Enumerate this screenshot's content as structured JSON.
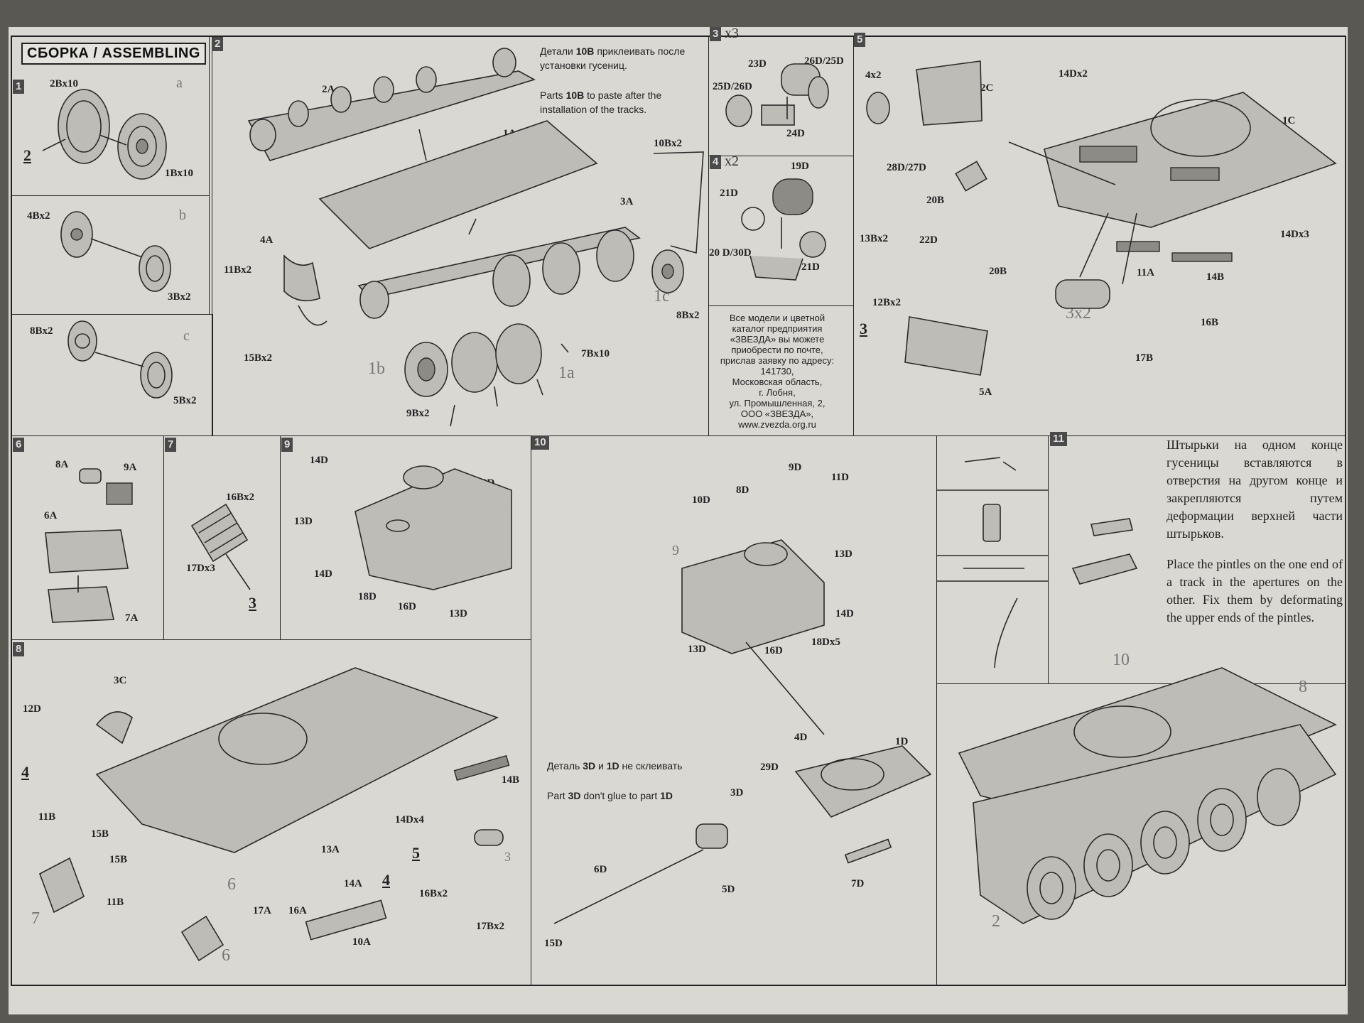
{
  "header": {
    "title": "СБОРКА / ASSEMBLING"
  },
  "steps": {
    "s1": {
      "number": "1",
      "subs": [
        "a",
        "b",
        "c"
      ],
      "labels": [
        "2Bx10",
        "1Bx10",
        "4Bx2",
        "3Bx2",
        "8Bx2",
        "5Bx2"
      ],
      "ref": "2"
    },
    "s2": {
      "number": "2",
      "note_ru_1": "Детали",
      "note_ru_part": "10B",
      "note_ru_2": "приклеивать после установки гусениц.",
      "note_en_1": "Parts",
      "note_en_part": "10B",
      "note_en_2": "to paste after the installation of the tracks.",
      "labels": [
        "2A",
        "1A",
        "3A",
        "10Bx2",
        "4A",
        "11Bx2",
        "15Bx2",
        "7Bx10",
        "8Bx2",
        "9Bx2"
      ],
      "subs": [
        "1b",
        "1a",
        "1c"
      ]
    },
    "s3": {
      "number": "3",
      "mult": "x3",
      "labels": [
        "23D",
        "26D/25D",
        "25D/26D",
        "24D"
      ]
    },
    "s4": {
      "number": "4",
      "mult": "x2",
      "labels": [
        "19D",
        "21D",
        "20 D/30D",
        "21D"
      ]
    },
    "catalog": [
      "Все модели и цветной",
      "каталог предприятия",
      "«ЗВЕЗДА» вы можете",
      "приобрести по почте,",
      "прислав заявку по адресу:",
      "141730,",
      "Московская область,",
      "г. Лобня,",
      "ул. Промышленная, 2,",
      "ООО «ЗВЕЗДА»,",
      "www.zvezda.org.ru"
    ],
    "s5": {
      "number": "5",
      "labels": [
        "4x2",
        "2C",
        "14Dx2",
        "1C",
        "28D/27D",
        "20B",
        "13Bx2",
        "22D",
        "12Bx2",
        "20B",
        "11A",
        "14B",
        "14Dx3",
        "16B",
        "17B",
        "5A"
      ],
      "mult": "3x2",
      "ref": "3"
    },
    "s6": {
      "number": "6",
      "labels": [
        "8A",
        "9A",
        "6A",
        "7A"
      ]
    },
    "s7": {
      "number": "7",
      "labels": [
        "16Bx2",
        "17Dx3"
      ],
      "ref": "3"
    },
    "s9": {
      "number": "9",
      "labels": [
        "14D",
        "2D",
        "13D",
        "14D",
        "18D",
        "16D",
        "13D"
      ]
    },
    "s8": {
      "number": "8",
      "labels": [
        "3C",
        "12D",
        "11B",
        "15B",
        "15B",
        "11B",
        "14Dx4",
        "14B",
        "13A",
        "14A",
        "17A",
        "16A",
        "16Bx2",
        "17Bx2",
        "10A",
        "3"
      ],
      "refs": [
        "4",
        "5",
        "4",
        "6",
        "7",
        "6"
      ]
    },
    "s10": {
      "number": "10",
      "labels": [
        "9D",
        "8D",
        "11D",
        "10D",
        "13D",
        "14D",
        "13D",
        "16D",
        "18Dx5",
        "4D",
        "1D",
        "29D",
        "3D",
        "6D",
        "5D",
        "7D",
        "15D"
      ],
      "ref": "9",
      "note_ru_1": "Деталь",
      "note_ru_p1": "3D",
      "note_ru_2": "и",
      "note_ru_p2": "1D",
      "note_ru_3": "не склеивать",
      "note_en_1": "Part",
      "note_en_p1": "3D",
      "note_en_2": "don't glue to part",
      "note_en_p2": "1D"
    },
    "s11": {
      "number": "11",
      "text_ru": "Штырьки на одном конце гусеницы вставляются в отверстия на другом конце и закрепляются путем деформации верхней части штырьков.",
      "text_en": "Place the pintles on the one end of a track in the apertures on the other. Fix them by deformating the upper ends of the pintles.",
      "refs": [
        "10",
        "8",
        "2"
      ]
    }
  }
}
